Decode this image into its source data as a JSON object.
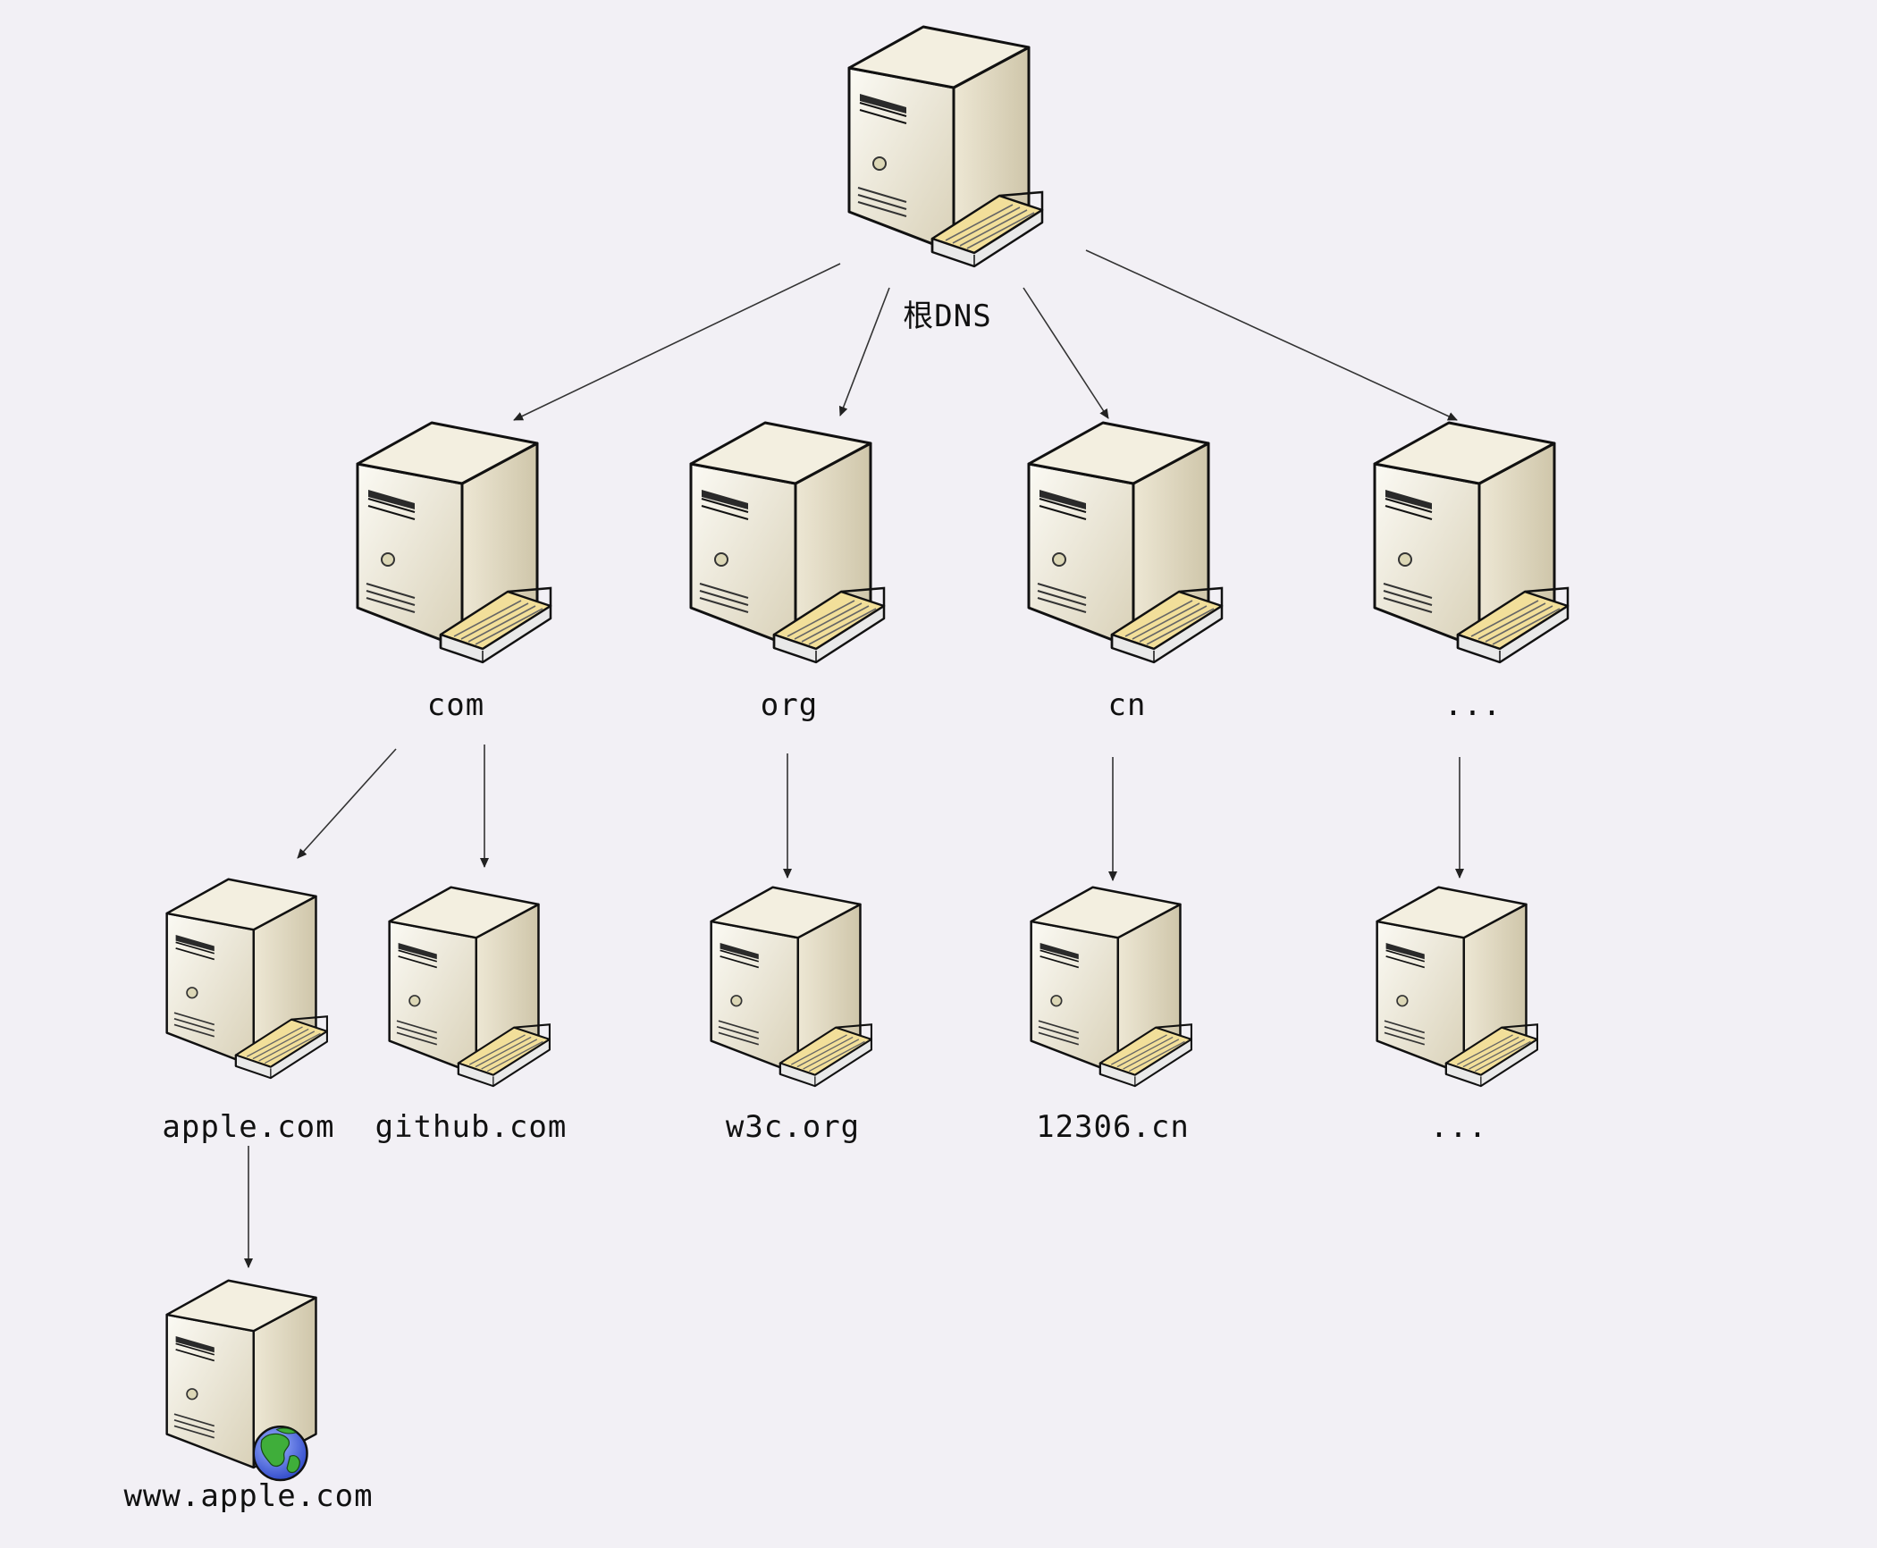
{
  "diagram": {
    "nodes": [
      {
        "id": "root",
        "label": "根DNS",
        "icon": "server-icon"
      },
      {
        "id": "com",
        "label": "com",
        "icon": "server-icon"
      },
      {
        "id": "org",
        "label": "org",
        "icon": "server-icon"
      },
      {
        "id": "cn",
        "label": "cn",
        "icon": "server-icon"
      },
      {
        "id": "tld-more",
        "label": "...",
        "icon": "server-icon"
      },
      {
        "id": "apple",
        "label": "apple.com",
        "icon": "server-icon"
      },
      {
        "id": "github",
        "label": "github.com",
        "icon": "server-icon"
      },
      {
        "id": "w3c",
        "label": "w3c.org",
        "icon": "server-icon"
      },
      {
        "id": "12306",
        "label": "12306.cn",
        "icon": "server-icon"
      },
      {
        "id": "sld-more",
        "label": "...",
        "icon": "server-icon"
      },
      {
        "id": "www-apple",
        "label": "www.apple.com",
        "icon": "web-server-globe-icon"
      }
    ],
    "edges": [
      {
        "from": "root",
        "to": "com"
      },
      {
        "from": "root",
        "to": "org"
      },
      {
        "from": "root",
        "to": "cn"
      },
      {
        "from": "root",
        "to": "tld-more"
      },
      {
        "from": "com",
        "to": "apple"
      },
      {
        "from": "com",
        "to": "github"
      },
      {
        "from": "org",
        "to": "w3c"
      },
      {
        "from": "cn",
        "to": "12306"
      },
      {
        "from": "tld-more",
        "to": "sld-more"
      },
      {
        "from": "apple",
        "to": "www-apple"
      }
    ],
    "colors": {
      "background": "#f2f0f5",
      "server_body": "#e6e0cc",
      "edge": "#333333"
    }
  }
}
